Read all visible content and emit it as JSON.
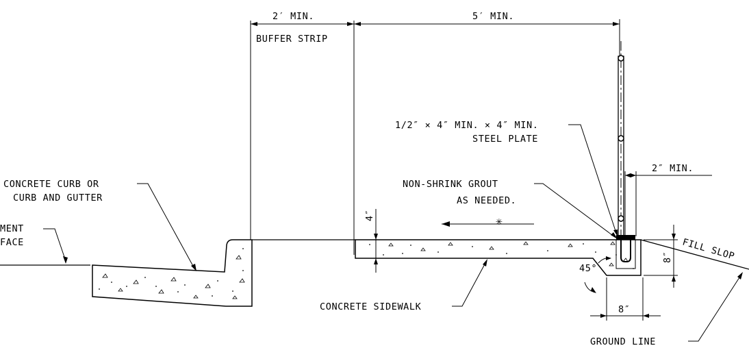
{
  "dimensions": {
    "buffer_width": "2′ MIN.",
    "sidewalk_width": "5′ MIN.",
    "post_clearance": "2″ MIN.",
    "sidewalk_thickness": "4″",
    "footing_depth": "8″",
    "footing_width": "8″",
    "chamfer_angle": "45°"
  },
  "labels": {
    "buffer_strip": "BUFFER STRIP",
    "steel_plate_line1": "1/2″ × 4″ MIN. × 4″ MIN.",
    "steel_plate_line2": "STEEL PLATE",
    "grout_line1": "NON-SHRINK GROUT",
    "grout_line2": "AS NEEDED.",
    "curb_line1": "CONCRETE CURB OR",
    "curb_line2": "CURB AND GUTTER",
    "pavement_line1": "MENT",
    "pavement_line2": "FACE",
    "concrete_sidewalk": "CONCRETE SIDEWALK",
    "fill_slope": "FILL SLOP",
    "ground_line": "GROUND LINE",
    "asterisk": "✳"
  }
}
